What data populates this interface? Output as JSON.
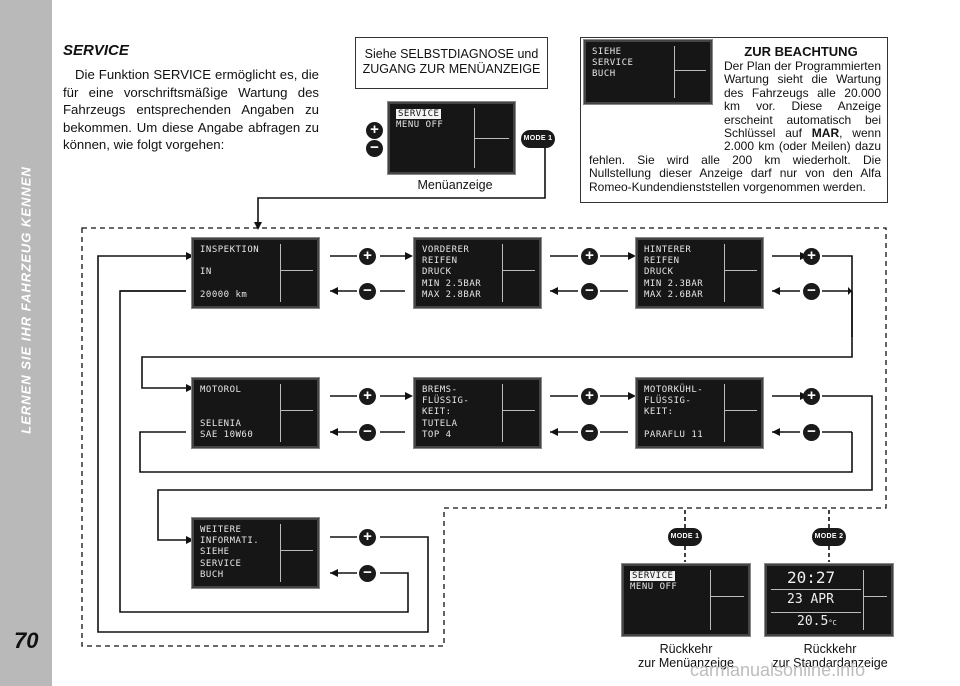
{
  "sidebar": {
    "title": "LERNEN SIE IHR FAHRZEUG KENNEN",
    "page_number": "70"
  },
  "section": {
    "heading": "SERVICE",
    "intro": "Die Funktion SERVICE ermöglicht es, die für eine vorschriftsmäßige Wartung des Fahrzeugs entsprechenden Angaben zu bekommen. Um diese Angabe abfragen zu können, wie folgt vorgehen:"
  },
  "reference_box": {
    "line1": "Siehe SELBSTDIAGNOSE und",
    "line2": "ZUGANG ZUR MENÜANZEIGE"
  },
  "menu_display": {
    "highlight": "SERVICE",
    "line2": "MENU OFF",
    "caption": "Menüanzeige"
  },
  "attention": {
    "title": "ZUR BEACHTUNG",
    "lcd": "SIEHE\nSERVICE\nBUCH",
    "text_part1": "Der Plan der Programmierten Wartung sieht die Wartung des Fahrzeugs alle 20.000 km vor. Diese Anzeige erscheint automatisch bei Schlüssel auf ",
    "text_bold": "MAR",
    "text_part2": ", wenn 2.000 km (oder Meilen) dazu fehlen. Sie wird alle 200 km wiederholt. Die Nullstellung dieser Anzeige darf nur von den Alfa Romeo-Kundendienststellen vorgenommen werden."
  },
  "mode_labels": {
    "mode1": "MODE 1",
    "mode2": "MODE 2"
  },
  "buttons": {
    "plus": "+",
    "minus": "−"
  },
  "screens": {
    "inspektion": "INSPEKTION\n\nIN\n\n20000 km",
    "vorderer": "VORDERER\nREIFEN\nDRUCK\nMIN 2.5BAR\nMAX 2.8BAR",
    "hinterer": "HINTERER\nREIFEN\nDRUCK\nMIN 2.3BAR\nMAX 2.6BAR",
    "motorol": "MOTOROL\n\n\nSELENIA\nSAE 10W60",
    "brems": "BREMS-\nFLÜSSIG-\nKEIT:\nTUTELA\nTOP 4",
    "motorkuhl": "MOTORKÜHL-\nFLÜSSIG-\nKEIT:\n\nPARAFLU 11",
    "weitere": "WEITERE\nINFORMATI.\nSIEHE\nSERVICE\nBUCH"
  },
  "return_menu": {
    "highlight": "SERVICE",
    "line2": "MENU OFF",
    "caption1": "Rückkehr",
    "caption2": "zur Menüanzeige"
  },
  "return_standard": {
    "time": "20:27",
    "date": "23 APR",
    "temp": "20.5",
    "unit": "°C",
    "caption1": "Rückkehr",
    "caption2": "zur Standardanzeige"
  },
  "watermark": "carmanualsonline.info"
}
